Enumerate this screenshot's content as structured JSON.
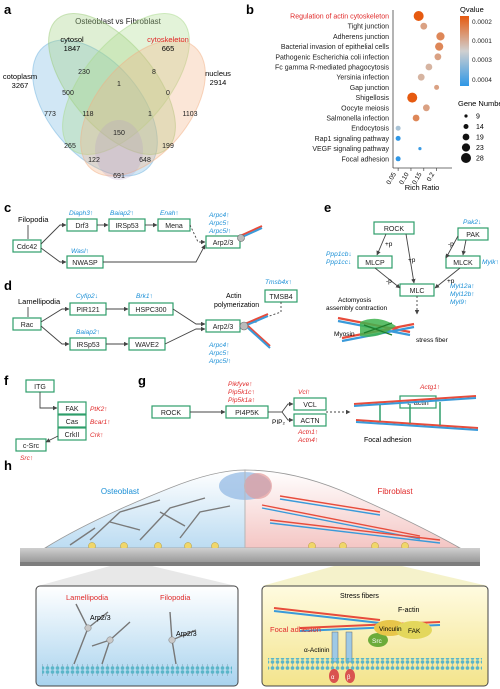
{
  "panel_labels": [
    "a",
    "b",
    "c",
    "d",
    "e",
    "f",
    "g",
    "h"
  ],
  "venn": {
    "title": "Osteoblast vs Fibroblast",
    "sets": [
      {
        "name": "cotoplasm",
        "total": "3267",
        "color": "#6fb4e0",
        "label_color": "#222222"
      },
      {
        "name": "cytosol",
        "total": "1847",
        "color": "#9ccc7a",
        "label_color": "#222222"
      },
      {
        "name": "cytoskeleton",
        "total": "665",
        "color": "#a8d98a",
        "label_color": "#e02a2a"
      },
      {
        "name": "nucleus",
        "total": "2914",
        "color": "#f4b084",
        "label_color": "#222222"
      }
    ],
    "regions": [
      "773",
      "230",
      "8",
      "1103",
      "500",
      "1",
      "0",
      "118",
      "1",
      "150",
      "265",
      "199",
      "122",
      "648",
      "691"
    ]
  },
  "enrichment": {
    "title": "",
    "xlabel": "Rich Ratio",
    "colorbar_title": "Qvalue",
    "colorbar_ticks": [
      "0.0002",
      "0.0001",
      "0.0003",
      "0.0004"
    ],
    "size_title": "Gene Number",
    "size_values": [
      "9",
      "14",
      "19",
      "23",
      "28"
    ],
    "x_ticks": [
      "0.05",
      "0.10",
      "0.15",
      "0.2"
    ]
  },
  "chart_data": {
    "type": "scatter",
    "title": "",
    "xlabel": "Rich Ratio",
    "ylabel": "",
    "xlim": [
      0.03,
      0.26
    ],
    "categories": [
      "Regulation of actin cytoskeleton",
      "Tight junction",
      "Adherens junction",
      "Bacterial invasion of epithelial cells",
      "Pathogenic Escherichia coli infection",
      "Fc gamma R-mediated phagocytosis",
      "Yersinia infection",
      "Gap junction",
      "Shigellosis",
      "Oocyte meiosis",
      "Salmonella infection",
      "Endocytosis",
      "Rap1 signaling pathway",
      "VEGF signaling pathway",
      "Focal adhesion"
    ],
    "highlight_category": "Regulation of actin cytoskeleton",
    "highlight_color": "#e02a2a",
    "series": [
      {
        "x": [
          0.13,
          0.15,
          0.215,
          0.21,
          0.205,
          0.17,
          0.14,
          0.2,
          0.105,
          0.16,
          0.12,
          0.05,
          0.05,
          0.135,
          0.05
        ],
        "gene_number": [
          28,
          19,
          23,
          23,
          19,
          19,
          19,
          14,
          28,
          19,
          19,
          14,
          14,
          9,
          14
        ],
        "qvalue": [
          1e-05,
          3e-05,
          2e-05,
          2e-05,
          3e-05,
          4e-05,
          4e-05,
          3e-05,
          1e-05,
          3e-05,
          2e-05,
          0.0001,
          0.0004,
          0.00035,
          0.0004
        ]
      }
    ]
  },
  "c": {
    "title": "Filopodia",
    "nodes": [
      "Cdc42",
      "Drf3",
      "IRSp53",
      "Mena",
      "NWASP",
      "Arp2/3"
    ],
    "genes": [
      "Diaph3↑",
      "Baiap2↑",
      "Enah↑",
      "Wasl↑",
      "Arpc4↑",
      "Arpc5↑",
      "Arpc5l↑"
    ]
  },
  "d": {
    "title": "Lamellipodia",
    "nodes": [
      "Rac",
      "PIR121",
      "HSPC300",
      "IRSp53",
      "WAVE2",
      "Arp2/3",
      "TMSB4"
    ],
    "genes": [
      "Cyfip2↓",
      "Brk1↑",
      "Baiap2↑",
      "Tmsb4x↑",
      "Arpc4↑",
      "Arpc5↑",
      "Arpc5l↑"
    ],
    "labels": [
      "Actin",
      "polymerization"
    ]
  },
  "e": {
    "nodes": [
      "ROCK",
      "PAK",
      "MLCP",
      "MLCK",
      "MLC"
    ],
    "genes_blue": [
      "Ppp1cb↓",
      "Ppp1cc↓",
      "Pak2↓",
      "Mylk↑",
      "Myl12a↑",
      "Myl12b↑",
      "Myl9↑"
    ],
    "labels": [
      "+p",
      "-p",
      "+p",
      "-p",
      "+p",
      "Actomyosis",
      "assembly contraction",
      "Myosin",
      "stress fiber"
    ]
  },
  "f": {
    "nodes": [
      "ITG",
      "FAK",
      "Cas",
      "CrkII",
      "c-Src"
    ],
    "genes_red": [
      "PtK2↑",
      "Bcar1↑",
      "Crk↑",
      "Src↑"
    ]
  },
  "g": {
    "nodes": [
      "ROCK",
      "PI4P5K",
      "VCL",
      "ACTN",
      "F-actin"
    ],
    "genes_red": [
      "Pikfyve↑",
      "Pip5k1c↑",
      "Pip5k1a↑",
      "Vcl↑",
      "Actn1↑",
      "Actn4↑",
      "Actg1↑"
    ],
    "labels": [
      "PIP₂",
      "Focal adhesion"
    ]
  },
  "h": {
    "cell_left": "Osteoblast",
    "cell_right": "Fibroblast",
    "inset_left": [
      "Lamellipodia",
      "Filopodia",
      "Arp2/3",
      "Arp2/3"
    ],
    "inset_right": [
      "Stress fibers",
      "F-actin",
      "Focal adhesion",
      "α-Actinin",
      "Vinculin",
      "FAK",
      "Src",
      "α",
      "β"
    ]
  }
}
